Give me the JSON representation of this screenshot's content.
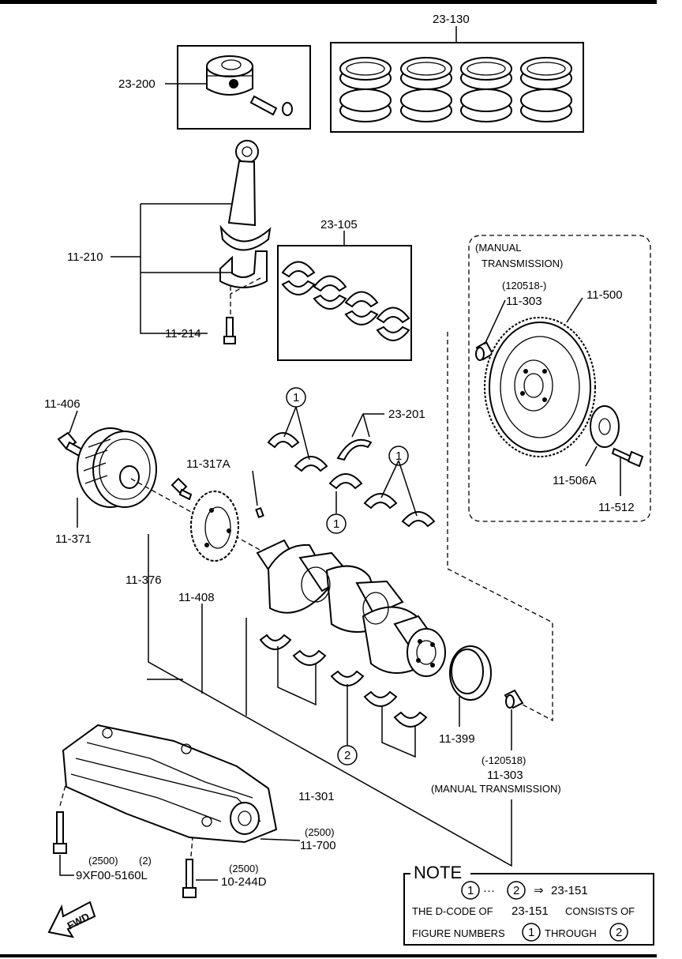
{
  "labels": {
    "rings": "23-130",
    "piston": "23-200",
    "conrod": "11-210",
    "conrod_bolt": "11-214",
    "rod_bearings": "23-105",
    "manual_trans_line1": "(MANUAL",
    "manual_trans_line2": "TRANSMISSION)",
    "pilot_date_new": "(120518-)",
    "pilot_bearing_new": "11-303",
    "flywheel": "11-500",
    "thrust_washers": "23-201",
    "pulley_bolt": "11-406",
    "pulley": "11-371",
    "key": "11-317A",
    "plate_bolt": "11-376",
    "trigger_plate": "11-408",
    "backing_plate": "11-506A",
    "flywheel_bolt": "11-512",
    "oil_seal": "11-399",
    "pilot_date_old": "(-120518)",
    "pilot_bearing_old": "11-303",
    "pilot_bearing_old_note": "(MANUAL  TRANSMISSION)",
    "crankshaft": "11-301",
    "oil_pump_qual": "(2500)",
    "oil_pump": "11-700",
    "bolt_a_qual": "(2500)",
    "bolt_a_qty": "(2)",
    "bolt_a": "9XF00-5160L",
    "bolt_b_qual": "(2500)",
    "bolt_b": "10-244D",
    "fwd": "FWD"
  },
  "callouts": {
    "one": "1",
    "two": "2"
  },
  "note": {
    "title": "NOTE",
    "range_from": "1",
    "ellipsis": "···",
    "range_to": "2",
    "arrow": "⇒",
    "target": "23-151",
    "line2_prefix": "THE D-CODE OF",
    "line2_code": "23-151",
    "line2_suffix": "CONSISTS OF",
    "line3_prefix": "FIGURE NUMBERS",
    "line3_from": "1",
    "line3_mid": "THROUGH",
    "line3_to": "2"
  }
}
